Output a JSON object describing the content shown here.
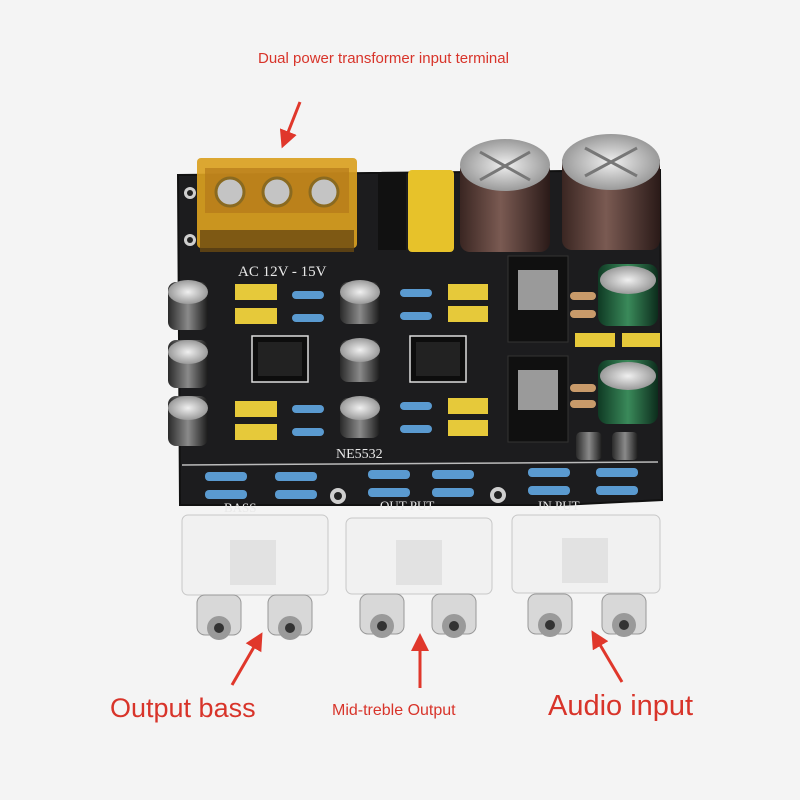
{
  "captions": {
    "top": "Dual power transformer input terminal",
    "bass": "Output bass",
    "mid": "Mid-treble Output",
    "input": "Audio input"
  },
  "silkscreen": {
    "power": "AC 12V - 15V",
    "chip": "NE5532",
    "bass": "BASS",
    "output": "OUT PUT",
    "input": "IN PUT"
  },
  "colors": {
    "board": "#1c1c1e",
    "terminal": "#d9a020",
    "arrow": "#e0372b",
    "jack": "#f1f1f1",
    "capacitor_green": "#1f5a3a",
    "capacitor_brown": "#4a3430"
  }
}
